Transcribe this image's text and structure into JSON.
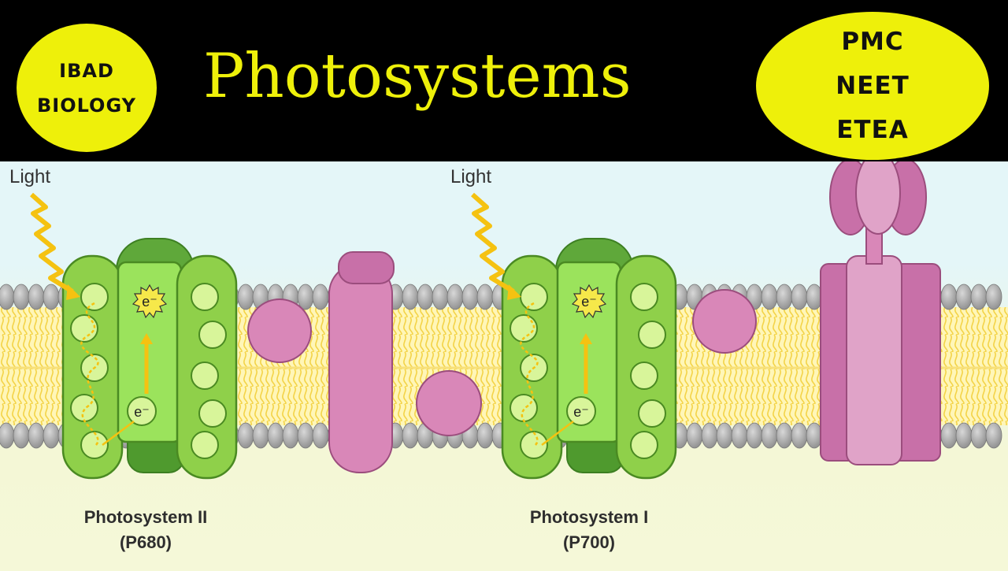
{
  "header": {
    "title": "Photosystems",
    "left_badge": [
      "IBAD",
      "BIOLOGY"
    ],
    "right_badge": [
      "PMC",
      "NEET",
      "ETEA"
    ]
  },
  "diagram": {
    "light_label": "Light",
    "electron_label": "e⁻",
    "ps2_name": "Photosystem II",
    "ps2_code": "(P680)",
    "ps1_name": "Photosystem I",
    "ps1_code": "(P700)"
  },
  "colors": {
    "banner": "#000000",
    "badge_yellow": "#eef00a",
    "photosystem_green": "#7cc63a",
    "protein_pink": "#d987b8",
    "lipid_tails": "#f5d95a",
    "head_gray": "#a9a9a9",
    "light_arrow": "#f5c211"
  }
}
